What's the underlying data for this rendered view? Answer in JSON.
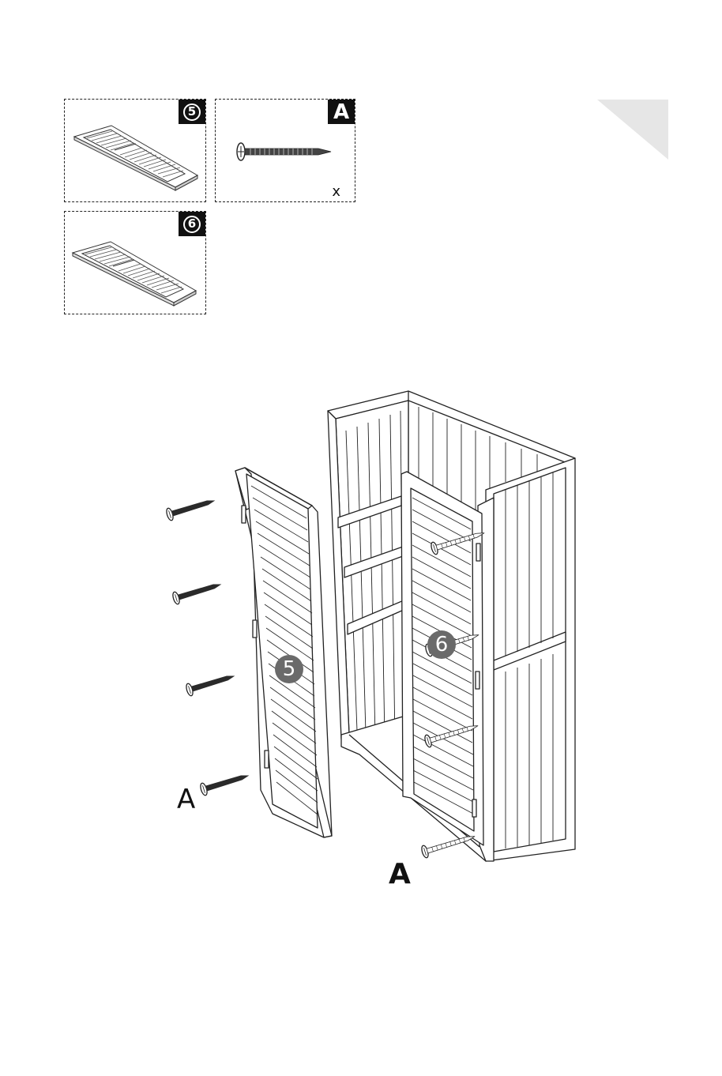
{
  "parts": [
    {
      "id": "panel-5",
      "badge": "5",
      "kind": "circle"
    },
    {
      "id": "screw-a",
      "badge": "A",
      "kind": "letter",
      "qty": "x"
    },
    {
      "id": "panel-6",
      "badge": "6",
      "kind": "circle"
    }
  ],
  "diagram": {
    "door_left_number": "5",
    "door_right_number": "6",
    "screw_label_left": "A",
    "screw_label_bottom": "A"
  },
  "colors": {
    "line": "#222222",
    "corner_shade": "#e6e6e6",
    "badge_bg": "#111111"
  }
}
